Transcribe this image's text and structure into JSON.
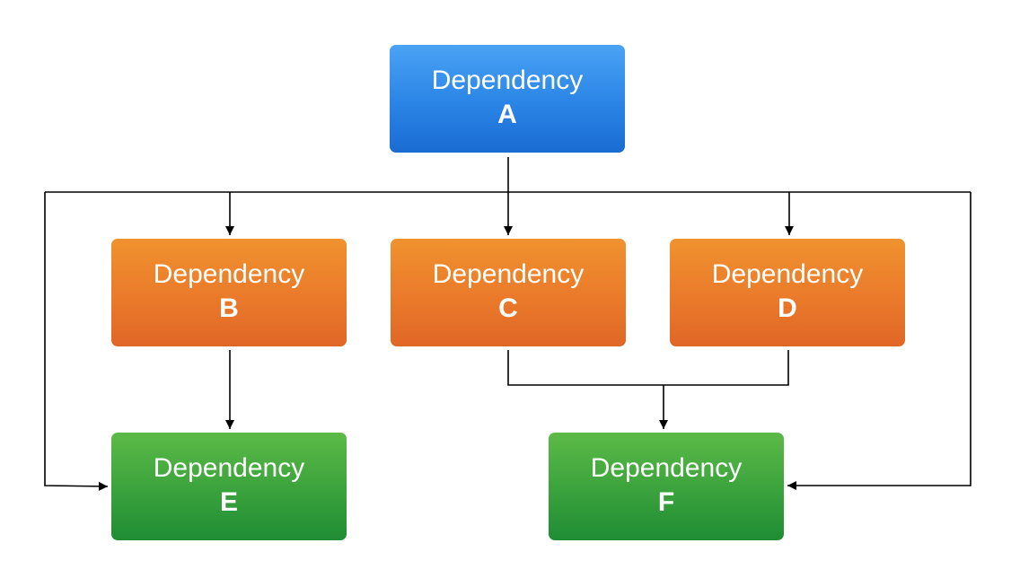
{
  "nodes": {
    "a": {
      "title": "Dependency",
      "letter": "A",
      "color": "#2a84e6"
    },
    "b": {
      "title": "Dependency",
      "letter": "B",
      "color": "#e9782a"
    },
    "c": {
      "title": "Dependency",
      "letter": "C",
      "color": "#e9782a"
    },
    "d": {
      "title": "Dependency",
      "letter": "D",
      "color": "#e9782a"
    },
    "e": {
      "title": "Dependency",
      "letter": "E",
      "color": "#3aa23c"
    },
    "f": {
      "title": "Dependency",
      "letter": "F",
      "color": "#3aa23c"
    }
  },
  "edges": [
    {
      "from": "A",
      "to": "B"
    },
    {
      "from": "A",
      "to": "C"
    },
    {
      "from": "A",
      "to": "D"
    },
    {
      "from": "A",
      "to": "E"
    },
    {
      "from": "A",
      "to": "F"
    },
    {
      "from": "B",
      "to": "E"
    },
    {
      "from": "C",
      "to": "F"
    },
    {
      "from": "D",
      "to": "F"
    }
  ],
  "line_color": "#000000"
}
